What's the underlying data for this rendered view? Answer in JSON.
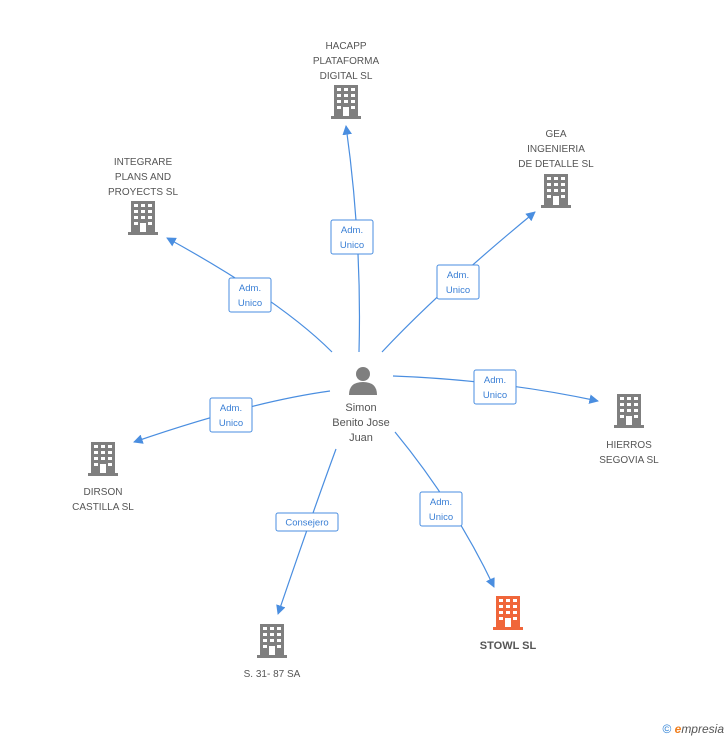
{
  "colors": {
    "edge": "#4a8ee0",
    "building": "#7f7f7f",
    "highlight": "#f0663a",
    "person": "#7f7f7f"
  },
  "center": {
    "lines": [
      "Simon",
      "Benito Jose",
      "Juan"
    ],
    "icon": "person-icon"
  },
  "companies": [
    {
      "id": "hacapp",
      "lines": [
        "HACAPP",
        "PLATAFORMA",
        "DIGITAL  SL"
      ],
      "role": [
        "Adm.",
        "Unico"
      ],
      "highlight": false
    },
    {
      "id": "gea",
      "lines": [
        "GEA",
        "INGENIERIA",
        "DE DETALLE SL"
      ],
      "role": [
        "Adm.",
        "Unico"
      ],
      "highlight": false
    },
    {
      "id": "integrare",
      "lines": [
        "INTEGRARE",
        "PLANS AND",
        "PROYECTS SL"
      ],
      "role": [
        "Adm.",
        "Unico"
      ],
      "highlight": false
    },
    {
      "id": "hierros",
      "lines": [
        "HIERROS",
        "SEGOVIA SL"
      ],
      "role": [
        "Adm.",
        "Unico"
      ],
      "highlight": false
    },
    {
      "id": "dirson",
      "lines": [
        "DIRSON",
        "CASTILLA SL"
      ],
      "role": [
        "Adm.",
        "Unico"
      ],
      "highlight": false
    },
    {
      "id": "stowl",
      "lines": [
        "STOWL SL"
      ],
      "role": [
        "Adm.",
        "Unico"
      ],
      "highlight": true
    },
    {
      "id": "s3187",
      "lines": [
        "S.  31- 87 SA"
      ],
      "role": [
        "Consejero"
      ],
      "highlight": false
    }
  ],
  "footer": {
    "copyright": "©",
    "brand_first": "e",
    "brand_rest": "mpresia"
  }
}
